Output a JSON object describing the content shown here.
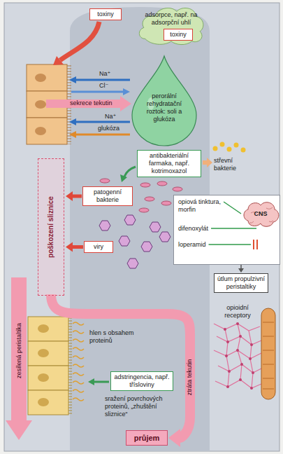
{
  "diagram": {
    "nodes": [
      {
        "text": [
          "toxiny"
        ]
      },
      {
        "text": [
          "adsorpce, např. na adsorpční uhlí"
        ]
      },
      {
        "text": [
          "toxiny"
        ],
        "in": 1
      },
      {
        "text": [
          "perorální rehydratační roztok: soli a glukóza"
        ]
      },
      {
        "text": [
          "antibakteriální farmaka, např. kotrimoxazol"
        ]
      },
      {
        "text": [
          "patogenní bakterie"
        ]
      },
      {
        "text": [
          "viry"
        ]
      },
      {
        "text": [
          "poškození sliznice"
        ]
      },
      {
        "text": [
          "opiová tinktura, morfin",
          "difenoxylát",
          "loperamid"
        ]
      },
      {
        "text": [
          "CNS"
        ],
        "in": 8
      },
      {
        "text": [
          "útlum propulzivní peristaltiky"
        ]
      },
      {
        "text": [
          "adstringencia, např. třísloviny"
        ]
      },
      {
        "text": [
          "průjem"
        ]
      }
    ],
    "edges": [
      {
        "from": 5,
        "to": 7,
        "arrow": "to"
      },
      {
        "from": 6,
        "to": 7,
        "arrow": "to"
      },
      {
        "from": 7,
        "to": 12,
        "arrow": "to",
        "label": "ztráta tekutin"
      },
      {
        "from": 8,
        "to": 10,
        "arrow": "to"
      }
    ],
    "labels": [
      "Na⁺",
      "Cl⁻",
      "sekrece tekutin",
      "Na⁺",
      "glukóza",
      "střevní bakterie",
      "opioidní receptory",
      "zesílená peristaltika",
      "hlen s obsahem proteinů",
      "sražení povrchových proteinů, „zhuštění sliznice“"
    ]
  }
}
